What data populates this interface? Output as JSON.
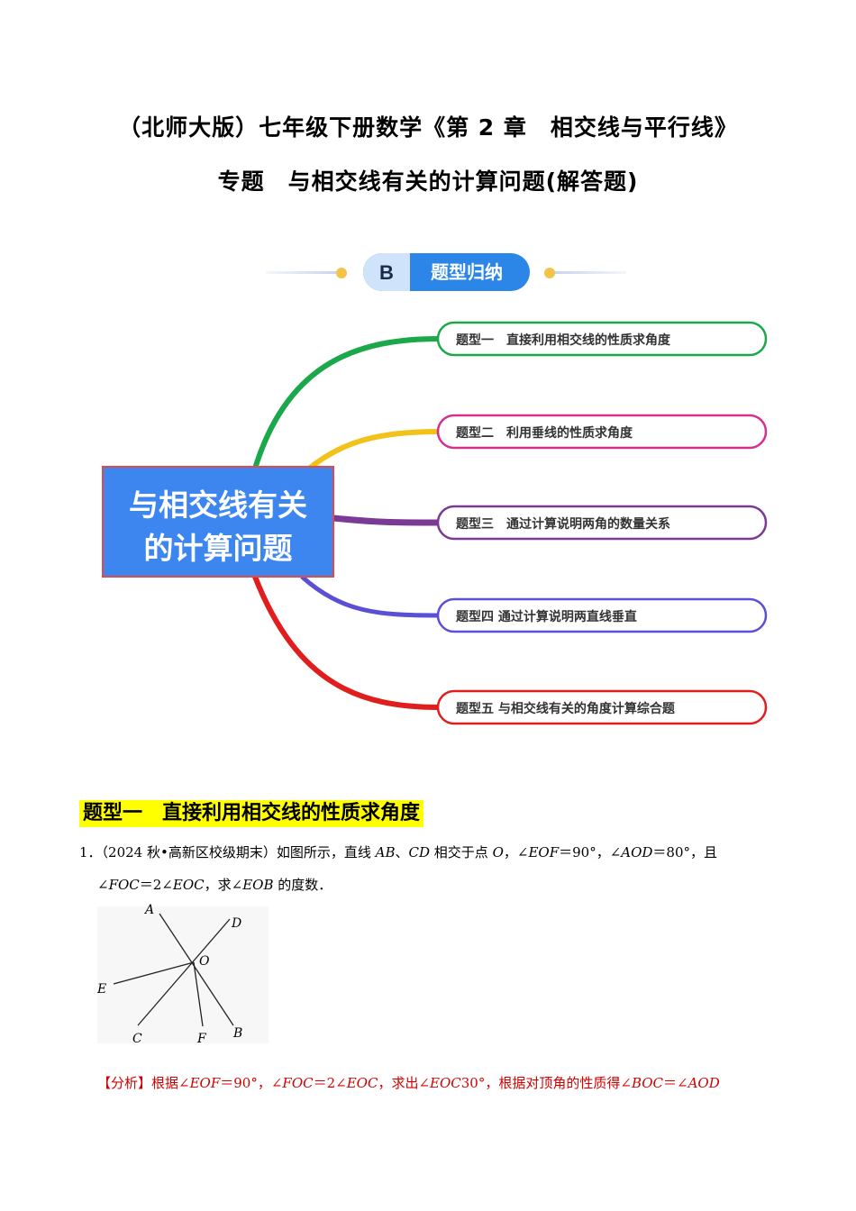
{
  "title_line1": "（北师大版）七年级下册数学《第 2 章　相交线与平行线》",
  "title_line2": "专题　与相交线有关的计算问题(解答题)",
  "banner": {
    "letter": "B",
    "text": "题型归纳"
  },
  "center_box": {
    "line1": "与相交线有关",
    "line2": "的计算问题"
  },
  "branches": [
    {
      "label": "题型一　直接利用相交线的性质求角度",
      "color": "#1aa84a"
    },
    {
      "label": "题型二　利用垂线的性质求角度",
      "color": "#d6308e"
    },
    {
      "label": "题型三　通过计算说明两角的数量关系",
      "color": "#7b3a96"
    },
    {
      "label": "题型四 通过计算说明两直线垂直",
      "color": "#5b4fd6"
    },
    {
      "label": "题型五 与相交线有关的角度计算综合题",
      "color": "#e01e1e"
    }
  ],
  "yellow_branch_color": "#f2c21a",
  "section_heading": "题型一　直接利用相交线的性质求角度",
  "question1": {
    "number": "1．",
    "source": "（2024 秋•高新区校级期末）",
    "t1": "如图所示，直线 ",
    "ab": "AB",
    "t2": "、",
    "cd": "CD",
    "t3": " 相交于点 ",
    "o": "O",
    "t4": "，∠",
    "eof": "EOF",
    "t5": "＝90°，∠",
    "aod": "AOD",
    "t6": "＝80°，且",
    "l2a": "∠",
    "foc": "FOC",
    "l2b": "＝2∠",
    "eoc": "EOC",
    "l2c": "，求∠",
    "eob": "EOB",
    "l2d": " 的度数．"
  },
  "figure_labels": {
    "A": "A",
    "B": "B",
    "C": "C",
    "D": "D",
    "E": "E",
    "F": "F",
    "O": "O"
  },
  "analysis": {
    "tag": "【分析】",
    "a1": "根据∠",
    "eof": "EOF",
    "a2": "＝90°，∠",
    "foc": "FOC",
    "a3": "＝2∠",
    "eoc": "EOC",
    "a4": "，求出∠",
    "eoc2": "EOC",
    "a5": "30°，根据对顶角的性质得∠",
    "boc": "BOC",
    "a6": "＝∠",
    "aod": "AOD"
  }
}
